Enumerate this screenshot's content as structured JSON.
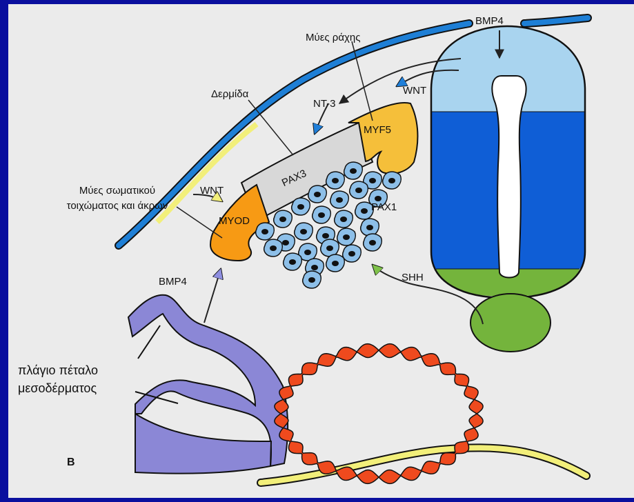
{
  "labels": {
    "bmp4_top": "BMP4",
    "myes_rachis": "Μύες ράχης",
    "wnt_top": "WNT",
    "dermida": "Δερμίδα",
    "nt3": "NT-3",
    "myf5": "MYF5",
    "pax3": "PAX3",
    "myes_somatikou_line1": "Μύες σωματικού",
    "myes_somatikou_line2": "τοιχώματος και άκρων",
    "wnt_left": "WNT",
    "myod": "MYOD",
    "pax1": "PAX1",
    "shh": "SHH",
    "bmp4_bottom": "BMP4",
    "lateral_plate_line1": "πλάγιο πέταλο",
    "lateral_plate_line2": "μεσοδέρματος",
    "panel_letter": "B"
  },
  "colors": {
    "background": "#0a0f9e",
    "panel": "#ebebeb",
    "ectoderm_blue": "#1e7fd6",
    "ectoderm_yellow": "#f2ef7a",
    "neural_tube_dorsal": "#a9d4ef",
    "neural_tube_ventral": "#0f5ed6",
    "floor_plate": "#74b43c",
    "myf5_fill": "#f5bf3a",
    "myod_fill": "#f79a14",
    "dermomyotome_gray": "#d8d8d8",
    "sclerotome_cell": "#8dbfe8",
    "lateral_plate": "#8b87d6",
    "dorsal_aorta": "#ef4a1e",
    "signal_arrow_blue": "#1f7fd9",
    "signal_arrow_green": "#7fc24a",
    "signal_arrow_purple": "#7f7fcf"
  },
  "icons": [
    "signal-arrow",
    "sclerotome-cell-icon"
  ]
}
